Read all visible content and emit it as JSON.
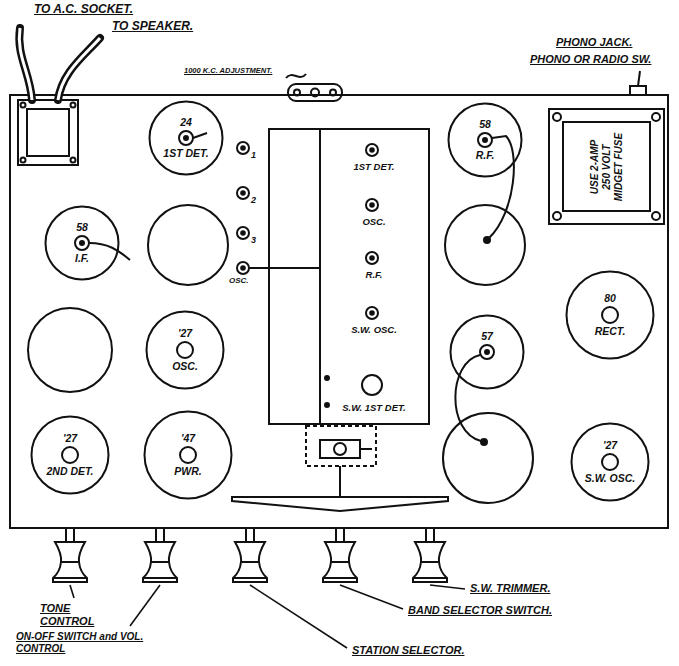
{
  "diagram": {
    "nodes": [
      {
        "text": [
          "24",
          "1ST DET."
        ]
      },
      {
        "text": [
          "1ST DET.",
          "OSC.",
          "R.F.",
          "S.W. OSC.",
          "S.W. 1ST DET."
        ]
      },
      {
        "text": [
          "58",
          "R.F."
        ]
      },
      {
        "text": [
          "USE 2-AMP 250 VOLT MIDGET FUSE"
        ]
      },
      {
        "text": [
          "58",
          "I.F."
        ]
      },
      {
        "text": [
          "'27",
          "OSC."
        ]
      },
      {
        "text": [
          "57"
        ]
      },
      {
        "text": [
          "80",
          "RECT."
        ]
      },
      {
        "text": [
          "'27",
          "2ND DET."
        ]
      },
      {
        "text": [
          "'47",
          "PWR."
        ]
      },
      {
        "text": [
          "'27",
          "S.W. OSC."
        ]
      }
    ],
    "labels": [
      "TO A.C. SOCKET.",
      "TO SPEAKER.",
      "1000 K.C. ADJUSTMENT.",
      "PHONO JACK.",
      "PHONO OR RADIO SW.",
      "1",
      "2",
      "3",
      "OSC.",
      "TONE CONTROL",
      "ON-OFF SWITCH and VOL. CONTROL",
      "STATION SELECTOR.",
      "BAND SELECTOR SWITCH.",
      "S.W. TRIMMER."
    ]
  }
}
